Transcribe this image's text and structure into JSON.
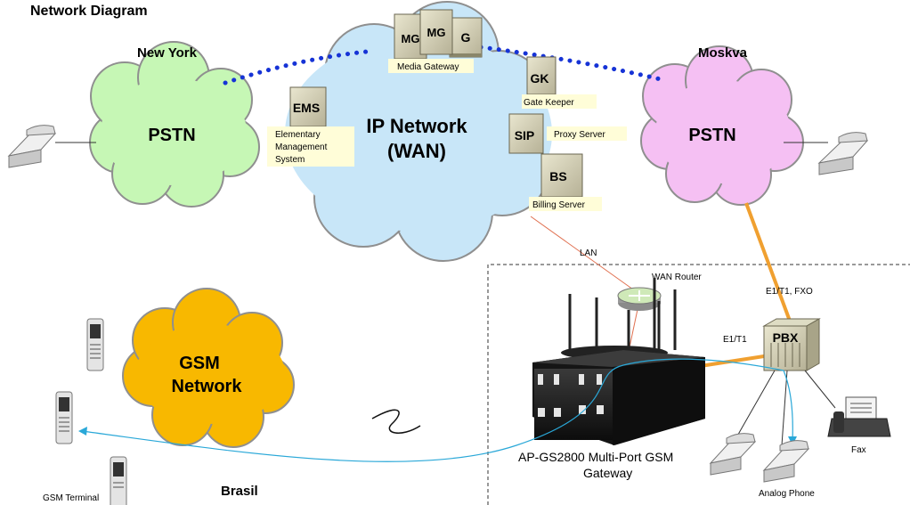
{
  "title": "Network Diagram",
  "sites": {
    "new_york": "New York",
    "moskva": "Moskva",
    "brasil": "Brasil"
  },
  "clouds": {
    "pstn_left": "PSTN",
    "pstn_right": "PSTN",
    "ip_network_line1": "IP Network",
    "ip_network_line2": "(WAN)",
    "gsm_line1": "GSM",
    "gsm_line2": "Network"
  },
  "servers": {
    "mg1": "MG",
    "mg2": "MG",
    "mg3": "G",
    "media_gateway": "Media Gateway",
    "gk": "GK",
    "gate_keeper": "Gate Keeper",
    "ems": "EMS",
    "ems_line1": "Elementary",
    "ems_line2": "Management",
    "ems_line3": "System",
    "sip": "SIP",
    "proxy_server": "Proxy Server",
    "bs": "BS",
    "billing_server": "Billing Server"
  },
  "links": {
    "lan": "LAN",
    "wan_router": "WAN Router",
    "e1t1_fxo": "E1/T1,  FXO",
    "e1t1": "E1/T1"
  },
  "devices": {
    "pbx": "PBX",
    "gateway_line1": "AP-GS2800  Multi-Port   GSM",
    "gateway_line2": "Gateway",
    "fax": "Fax",
    "analog_phone": "Analog Phone",
    "gsm_terminal": "GSM Terminal"
  },
  "colors": {
    "pstn_left": "#c6f7b5",
    "pstn_right": "#f5c0f3",
    "ip_network": "#c8e6f8",
    "gsm": "#f8b800",
    "dotted_link": "#1633d6",
    "orange_link": "#f0a030",
    "cyan_link": "#2aa8d8",
    "lan_link": "#e07050",
    "label_bg": "#fffdd8"
  }
}
